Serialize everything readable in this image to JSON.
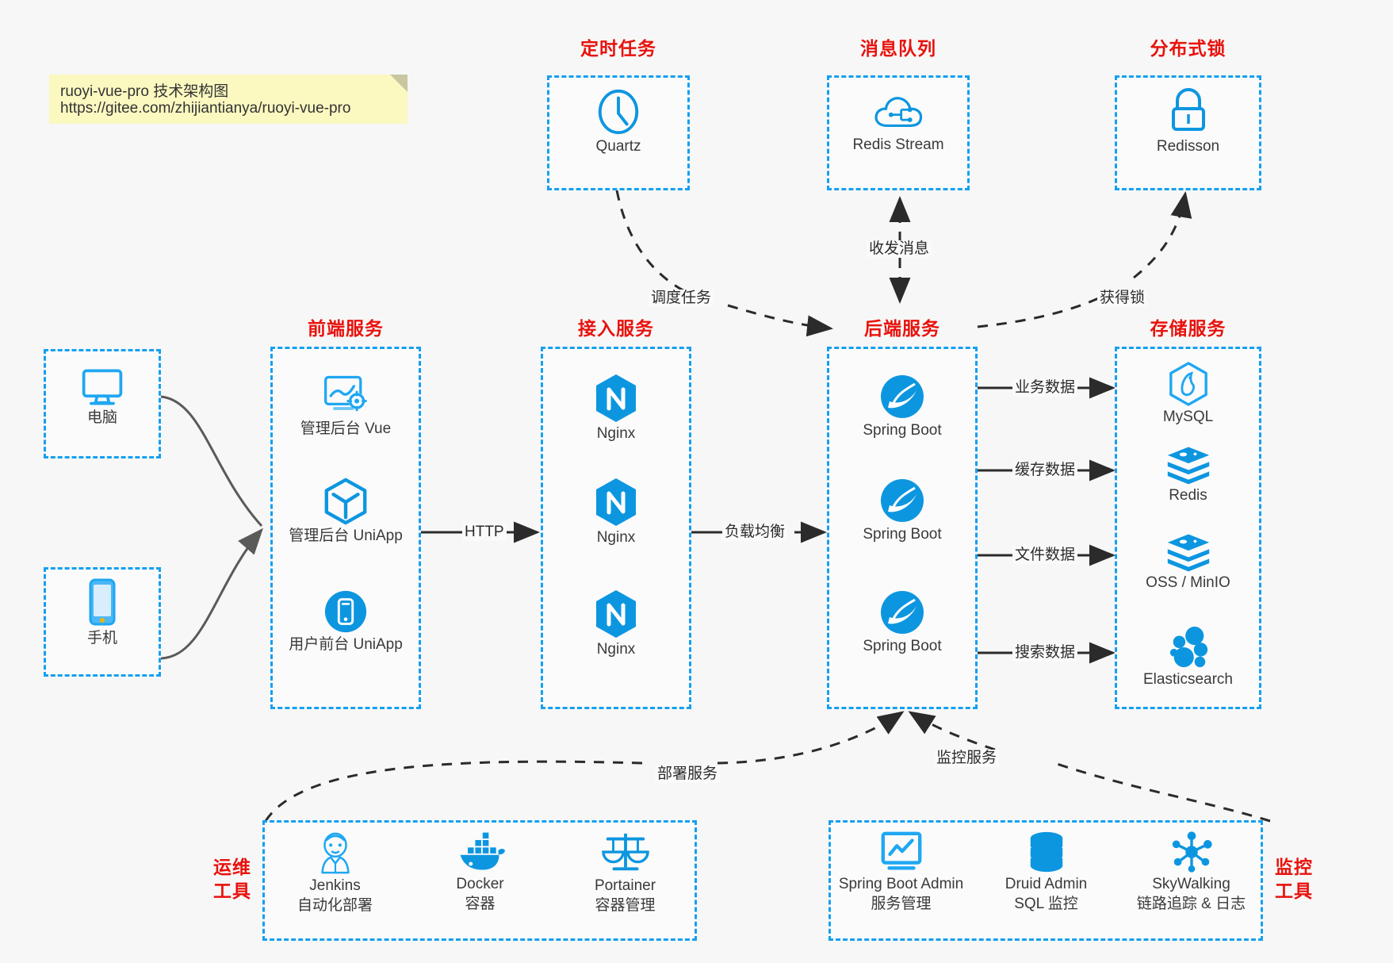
{
  "note": {
    "line1": "ruoyi-vue-pro 技术架构图",
    "line2": "https://gitee.com/zhijiantianya/ruoyi-vue-pro"
  },
  "colors": {
    "accent_blue": "#14a0f0",
    "icon_blue": "#0d96e0",
    "title_red": "#e8120d",
    "arrow_dark": "#2b2b2b",
    "note_yellow": "#fbf8c0",
    "canvas_bg": "#f7f7f7"
  },
  "groups": {
    "scheduler": {
      "title": "定时任务",
      "nodes": [
        {
          "label": "Quartz",
          "icon": "clock-icon"
        }
      ]
    },
    "mq": {
      "title": "消息队列",
      "nodes": [
        {
          "label": "Redis Stream",
          "icon": "cloud-stream-icon"
        }
      ]
    },
    "lock": {
      "title": "分布式锁",
      "nodes": [
        {
          "label": "Redisson",
          "icon": "lock-icon"
        }
      ]
    },
    "clients": {
      "nodes": [
        {
          "label": "电脑",
          "icon": "desktop-icon"
        },
        {
          "label": "手机",
          "icon": "mobile-icon"
        }
      ]
    },
    "frontend": {
      "title": "前端服务",
      "nodes": [
        {
          "label": "管理后台 Vue",
          "icon": "dashboard-gear-icon"
        },
        {
          "label": "管理后台 UniApp",
          "icon": "cube-icon"
        },
        {
          "label": "用户前台 UniApp",
          "icon": "app-circle-icon"
        }
      ]
    },
    "gateway": {
      "title": "接入服务",
      "nodes": [
        {
          "label": "Nginx",
          "icon": "nginx-icon"
        },
        {
          "label": "Nginx",
          "icon": "nginx-icon"
        },
        {
          "label": "Nginx",
          "icon": "nginx-icon"
        }
      ]
    },
    "backend": {
      "title": "后端服务",
      "nodes": [
        {
          "label": "Spring Boot",
          "icon": "spring-icon"
        },
        {
          "label": "Spring Boot",
          "icon": "spring-icon"
        },
        {
          "label": "Spring Boot",
          "icon": "spring-icon"
        }
      ]
    },
    "storage": {
      "title": "存储服务",
      "nodes": [
        {
          "label": "MySQL",
          "icon": "mysql-icon"
        },
        {
          "label": "Redis",
          "icon": "redis-icon"
        },
        {
          "label": "OSS / MinIO",
          "icon": "oss-icon"
        },
        {
          "label": "Elasticsearch",
          "icon": "elasticsearch-icon"
        }
      ]
    },
    "devops": {
      "title_line1": "运维",
      "title_line2": "工具",
      "nodes": [
        {
          "label": "Jenkins",
          "sub": "自动化部署",
          "icon": "jenkins-icon"
        },
        {
          "label": "Docker",
          "sub": "容器",
          "icon": "docker-icon"
        },
        {
          "label": "Portainer",
          "sub": "容器管理",
          "icon": "scales-icon"
        }
      ]
    },
    "monitoring": {
      "title_line1": "监控",
      "title_line2": "工具",
      "nodes": [
        {
          "label": "Spring Boot Admin",
          "sub": "服务管理",
          "icon": "monitor-chart-icon"
        },
        {
          "label": "Druid Admin",
          "sub": "SQL 监控",
          "icon": "database-icon"
        },
        {
          "label": "SkyWalking",
          "sub": "链路追踪 & 日志",
          "icon": "skywalking-icon"
        }
      ]
    }
  },
  "edges": [
    {
      "id": "http",
      "label": "HTTP",
      "from": "frontend",
      "to": "gateway",
      "style": "solid"
    },
    {
      "id": "lb",
      "label": "负载均衡",
      "from": "gateway",
      "to": "backend",
      "style": "solid"
    },
    {
      "id": "biz-data",
      "label": "业务数据",
      "from": "backend",
      "to": "mysql",
      "style": "solid"
    },
    {
      "id": "cache-data",
      "label": "缓存数据",
      "from": "backend",
      "to": "redis",
      "style": "solid"
    },
    {
      "id": "file-data",
      "label": "文件数据",
      "from": "backend",
      "to": "oss",
      "style": "solid"
    },
    {
      "id": "search-data",
      "label": "搜索数据",
      "from": "backend",
      "to": "es",
      "style": "solid"
    },
    {
      "id": "schedule",
      "label": "调度任务",
      "from": "quartz",
      "to": "backend",
      "style": "dashed"
    },
    {
      "id": "message",
      "label": "收发消息",
      "from": "mq",
      "to": "backend",
      "style": "dashed-both"
    },
    {
      "id": "acquire",
      "label": "获得锁",
      "from": "backend",
      "to": "redisson",
      "style": "dashed"
    },
    {
      "id": "deploy",
      "label": "部署服务",
      "from": "devops",
      "to": "backend",
      "style": "dashed"
    },
    {
      "id": "monitor",
      "label": "监控服务",
      "from": "monitoring",
      "to": "backend",
      "style": "dashed"
    }
  ]
}
